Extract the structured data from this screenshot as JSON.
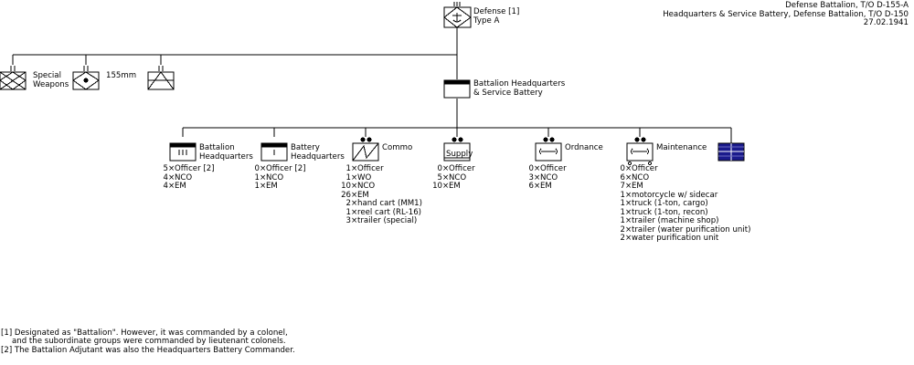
{
  "header": {
    "line1": "Defense Battalion, T/O D-155-A",
    "line2": "Headquarters & Service Battery, Defense Battalion, T/O D-150",
    "line3": "27.02.1941"
  },
  "units": {
    "top": {
      "line1": "Defense [1]",
      "line2": "Type A"
    },
    "special_weapons": {
      "line1": "Special",
      "line2": "Weapons"
    },
    "howitzer": {
      "line1": "155mm"
    },
    "hq_service": {
      "line1": "Battalion Headquarters",
      "line2": "& Service Battery"
    },
    "battalion_hq": {
      "line1": "Battalion",
      "line2": "Headquarters",
      "strength": [
        {
          "count": "5",
          "label": "Officer [2]"
        },
        {
          "count": "4",
          "label": "NCO"
        },
        {
          "count": "4",
          "label": "EM"
        }
      ]
    },
    "battery_hq": {
      "line1": "Battery",
      "line2": "Headquarters",
      "strength": [
        {
          "count": "0",
          "label": "Officer [2]"
        },
        {
          "count": "1",
          "label": "NCO"
        },
        {
          "count": "1",
          "label": "EM"
        }
      ]
    },
    "commo": {
      "line1": "Commo",
      "strength": [
        {
          "count": "1",
          "label": "Officer"
        },
        {
          "count": "1",
          "label": "WO"
        },
        {
          "count": "10",
          "label": "NCO"
        },
        {
          "count": "26",
          "label": "EM"
        },
        {
          "count": "2",
          "label": "hand cart (MM1)"
        },
        {
          "count": "1",
          "label": "reel cart (RL-16)"
        },
        {
          "count": "3",
          "label": "trailer (special)"
        }
      ]
    },
    "supply": {
      "line1": "Supply",
      "strength": [
        {
          "count": "0",
          "label": "Officer"
        },
        {
          "count": "5",
          "label": "NCO"
        },
        {
          "count": "10",
          "label": "EM"
        }
      ]
    },
    "ordnance": {
      "line1": "Ordnance",
      "strength": [
        {
          "count": "0",
          "label": "Officer"
        },
        {
          "count": "3",
          "label": "NCO"
        },
        {
          "count": "6",
          "label": "EM"
        }
      ]
    },
    "maintenance": {
      "line1": "Maintenance",
      "strength": [
        {
          "count": "0",
          "label": "Officer"
        },
        {
          "count": "6",
          "label": "NCO"
        },
        {
          "count": "7",
          "label": "EM"
        },
        {
          "count": "1",
          "label": "motorcycle w/ sidecar"
        },
        {
          "count": "1",
          "label": "truck (1-ton, cargo)"
        },
        {
          "count": "1",
          "label": "truck (1-ton, recon)"
        },
        {
          "count": "1",
          "label": "trailer (machine shop)"
        },
        {
          "count": "2",
          "label": "trailer (water purification unit)"
        },
        {
          "count": "2",
          "label": "water purification unit"
        }
      ]
    }
  },
  "multiplier": "×",
  "footnotes": {
    "n1a": "[1] Designated as \"Battalion\". However, it was commanded by a colonel,",
    "n1b": "and the subordinate groups were commanded by lieutenant colonels.",
    "n2": "[2] The Battalion Adjutant was also the Headquarters Battery Commander."
  },
  "colors": {
    "line": "#000000",
    "medical_fill": "#1a1a8c",
    "background": "#ffffff"
  }
}
